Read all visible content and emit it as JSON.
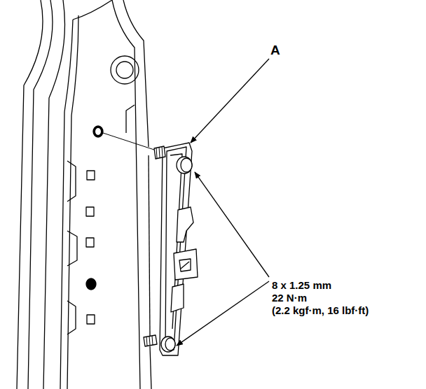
{
  "diagram": {
    "labels": [
      "A",
      "8 x 1.25 mm",
      "22 N·m",
      "(2.2 kgf·m, 16 lbf·ft)"
    ]
  }
}
